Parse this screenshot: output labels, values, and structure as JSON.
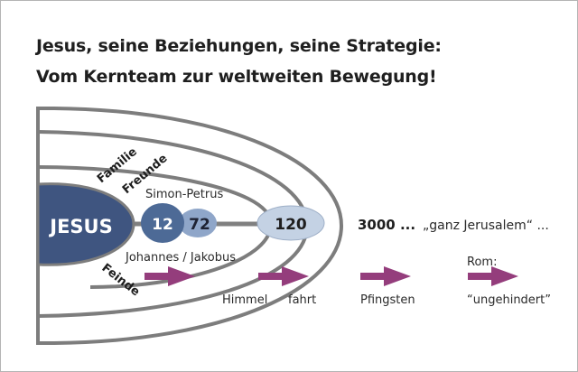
{
  "title": {
    "line1": "Jesus, seine Beziehungen, seine Strategie:",
    "line2": "Vom Kernteam zur weltweiten Bewegung!"
  },
  "diagram": {
    "rings": {
      "family": "Familie",
      "friends": "Freunde",
      "enemies": "Feinde"
    },
    "nodes": {
      "center": "JESUS",
      "twelve": "12",
      "seventy_two": "72",
      "hundred_twenty": "120"
    },
    "labels": {
      "above_core": "Simon-Petrus",
      "below_core": "Johannes / Jakobus",
      "growth": "3000 ...",
      "jerusalem": "„ganz Jerusalem“ ...",
      "ascension_part1": "Himmel",
      "ascension_part2": "fahrt",
      "pentecost": "Pfingsten",
      "rome": "Rom:",
      "unhindered": "“ungehindert”"
    },
    "colors": {
      "center_fill": "#3f5580",
      "twelve_fill": "#4d6a96",
      "seventy_two_fill": "#8fa6c9",
      "hundred_twenty_fill": "#c4d2e4",
      "ring_stroke": "#7d7d7d",
      "arrow_fill": "#943d7c"
    }
  }
}
